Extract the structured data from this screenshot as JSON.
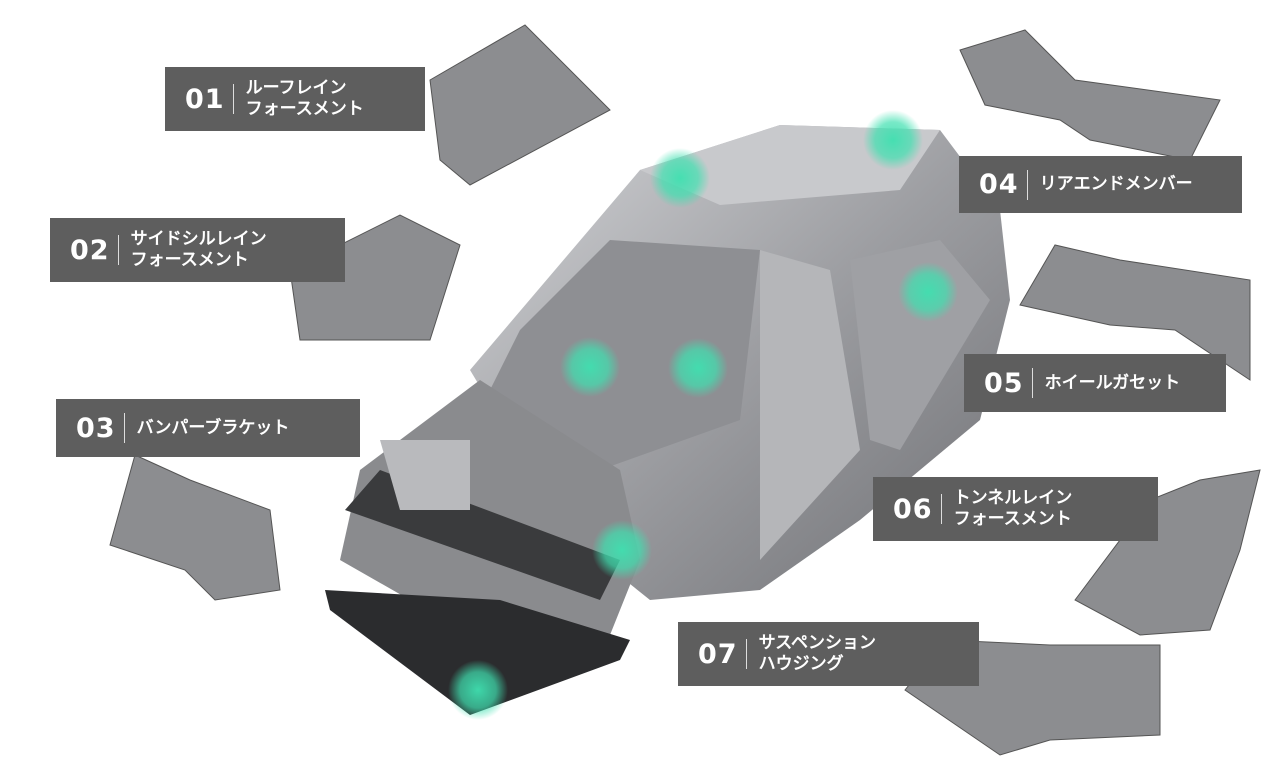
{
  "colors": {
    "label_bg": "#5e5e5e",
    "hotspot": "#3fe0b0",
    "body": "#a9aaad"
  },
  "parts": [
    {
      "num": "01",
      "name": "ルーフレイン\nフォースメント"
    },
    {
      "num": "02",
      "name": "サイドシルレイン\nフォースメント"
    },
    {
      "num": "03",
      "name": "バンパーブラケット"
    },
    {
      "num": "04",
      "name": "リアエンドメンバー"
    },
    {
      "num": "05",
      "name": "ホイールガセット"
    },
    {
      "num": "06",
      "name": "トンネルレイン\nフォースメント"
    },
    {
      "num": "07",
      "name": "サスペンション\nハウジング"
    }
  ]
}
